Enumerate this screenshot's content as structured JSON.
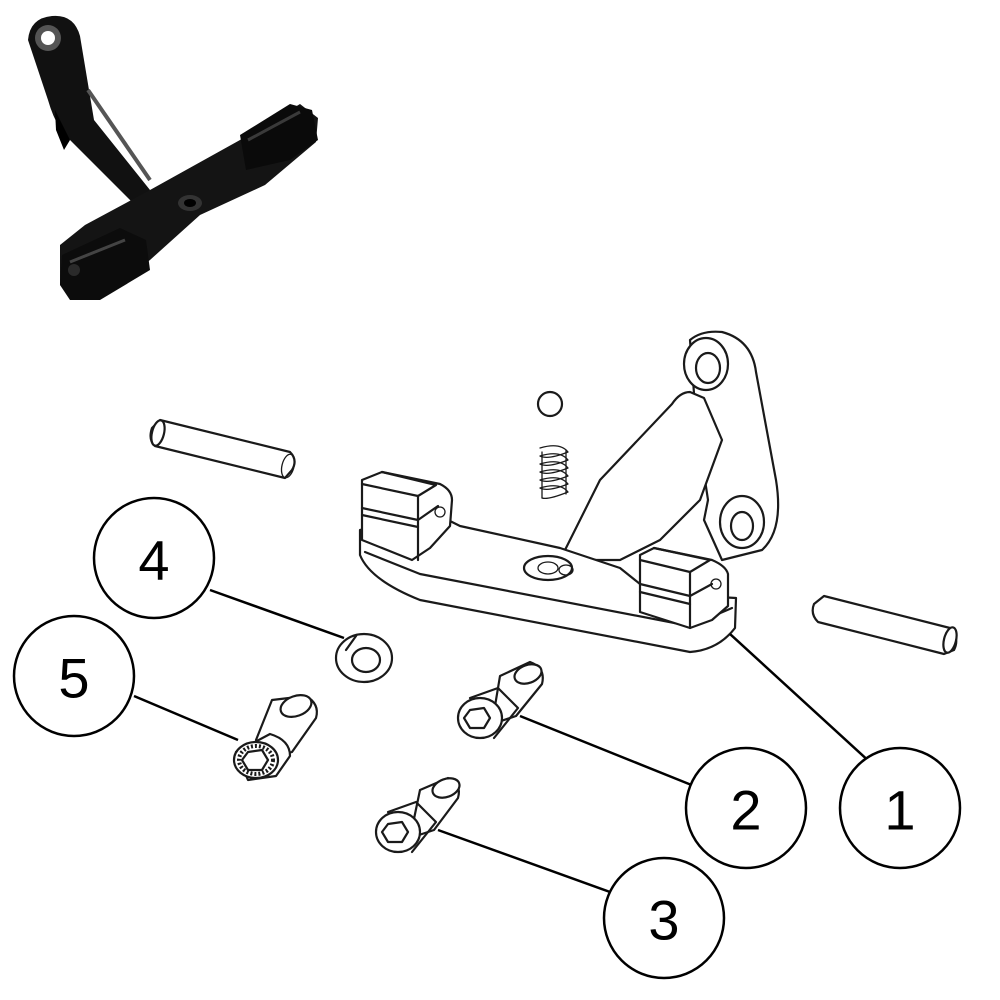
{
  "colors": {
    "line": "#1a1a1a",
    "photo_part": "#111111",
    "background": "#ffffff"
  },
  "photo": {
    "subject": "bracket-photo"
  },
  "callouts": [
    {
      "number": "1",
      "part": "bracket"
    },
    {
      "number": "2",
      "part": "socket-head-bolt"
    },
    {
      "number": "3",
      "part": "socket-head-bolt"
    },
    {
      "number": "4",
      "part": "split-lock-washer"
    },
    {
      "number": "5",
      "part": "knurled-socket-cap-screw"
    }
  ]
}
